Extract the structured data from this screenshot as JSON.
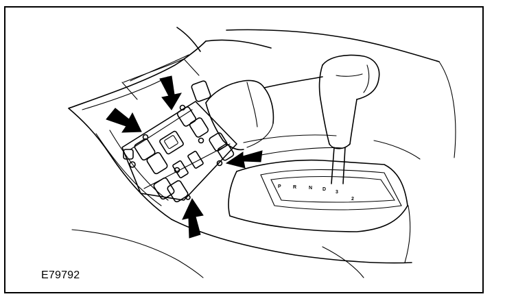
{
  "figure": {
    "reference_code": "E79792",
    "gate_letters": [
      "P",
      "R",
      "N",
      "D",
      "3",
      "2"
    ]
  }
}
